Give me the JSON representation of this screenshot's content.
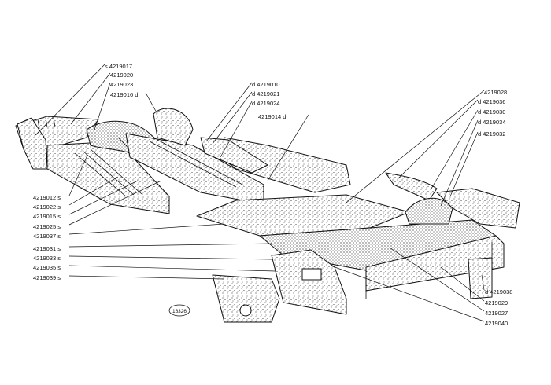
{
  "diagram": {
    "left_labels": [
      {
        "prefix": "s",
        "code": "4219017"
      },
      {
        "prefix": "",
        "code": "4219020"
      },
      {
        "prefix": "",
        "code": "4219023"
      },
      {
        "prefix": "",
        "code": "4219016",
        "suffix": "d"
      },
      {
        "prefix": "",
        "code": "4219012",
        "suffix": "s"
      },
      {
        "prefix": "",
        "code": "4219022",
        "suffix": "s"
      },
      {
        "prefix": "",
        "code": "4219015",
        "suffix": "s"
      },
      {
        "prefix": "",
        "code": "4219025",
        "suffix": "s"
      },
      {
        "prefix": "",
        "code": "4219037",
        "suffix": "s"
      },
      {
        "prefix": "",
        "code": "4219031",
        "suffix": "s"
      },
      {
        "prefix": "",
        "code": "4219033",
        "suffix": "s"
      },
      {
        "prefix": "",
        "code": "4219035",
        "suffix": "s"
      },
      {
        "prefix": "",
        "code": "4219039",
        "suffix": "s"
      }
    ],
    "middle_labels": [
      {
        "prefix": "d",
        "code": "4219010"
      },
      {
        "prefix": "d",
        "code": "4219021"
      },
      {
        "prefix": "d",
        "code": "4219024"
      },
      {
        "prefix": "",
        "code": "4219014",
        "suffix": "d"
      }
    ],
    "right_top_labels": [
      {
        "prefix": "",
        "code": "4219028"
      },
      {
        "prefix": "d",
        "code": "4219036"
      },
      {
        "prefix": "d",
        "code": "4219030"
      },
      {
        "prefix": "d",
        "code": "4219034"
      },
      {
        "prefix": "d",
        "code": "4219032"
      }
    ],
    "right_bottom_labels": [
      {
        "prefix": "d",
        "code": "4219038"
      },
      {
        "prefix": "",
        "code": "4219029"
      },
      {
        "prefix": "",
        "code": "4219027"
      },
      {
        "prefix": "",
        "code": "4219040"
      }
    ],
    "drawing_number": "16326"
  }
}
